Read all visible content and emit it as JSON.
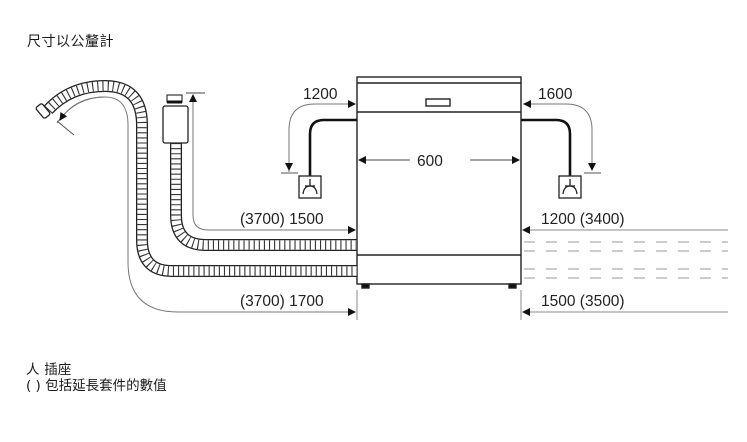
{
  "title": "尺寸以公釐計",
  "dimensions": {
    "cable_left": "1200",
    "cable_right": "1600",
    "width": "600",
    "inlet_left": "(3700) 1500",
    "drain_left": "(3700) 1700",
    "inlet_right": "1200 (3400)",
    "drain_right": "1500 (3500)"
  },
  "legend": {
    "socket_symbol": "⼈",
    "socket_label": "插座",
    "paren_symbol": "( )",
    "paren_label": "包括延長套件的數值"
  },
  "icons": {
    "socket": "socket-icon",
    "dishwasher": "dishwasher-icon",
    "hose": "hose-icon"
  }
}
